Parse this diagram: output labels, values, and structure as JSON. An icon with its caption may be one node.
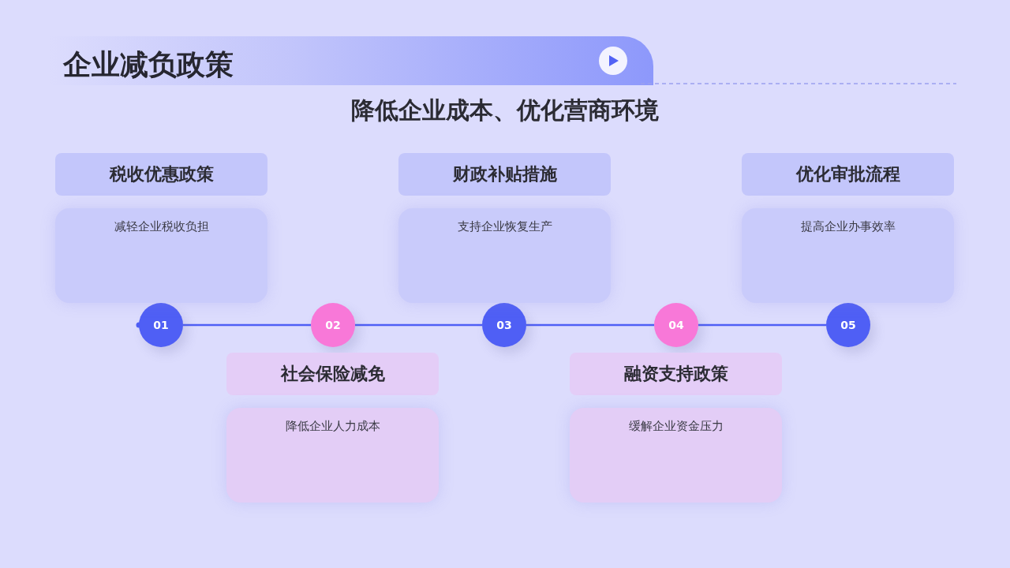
{
  "diagram": {
    "title": "企业减负政策",
    "nodes": [
      {
        "text": [
          "01"
        ]
      },
      {
        "text": [
          "02"
        ]
      },
      {
        "text": [
          "03"
        ]
      },
      {
        "text": [
          "04"
        ]
      },
      {
        "text": [
          "05"
        ]
      },
      {
        "text": [
          "税收优惠政策"
        ]
      },
      {
        "text": [
          "减轻企业税收负担"
        ]
      },
      {
        "text": [
          "财政补贴措施"
        ]
      },
      {
        "text": [
          "支持企业恢复生产"
        ]
      },
      {
        "text": [
          "优化审批流程"
        ]
      },
      {
        "text": [
          "提高企业办事效率"
        ]
      },
      {
        "text": [
          "社会保险减免"
        ]
      },
      {
        "text": [
          "降低企业人力成本"
        ]
      },
      {
        "text": [
          "融资支持政策"
        ]
      },
      {
        "text": [
          "缓解企业资金压力"
        ]
      }
    ],
    "edges": [
      {
        "from": 0,
        "to": 1,
        "arrow": "none"
      },
      {
        "from": 1,
        "to": 2,
        "arrow": "none"
      },
      {
        "from": 2,
        "to": 3,
        "arrow": "none"
      },
      {
        "from": 3,
        "to": 4,
        "arrow": "none"
      }
    ],
    "labels": [
      "降低企业成本、优化营商环境"
    ]
  }
}
